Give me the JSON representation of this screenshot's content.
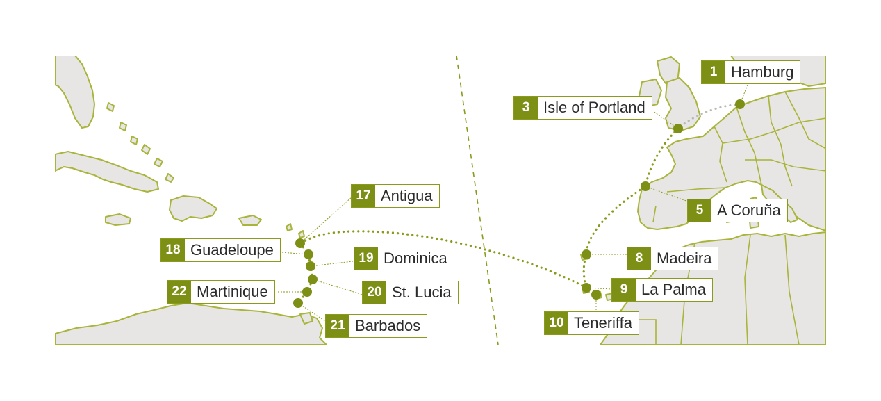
{
  "colors": {
    "land_fill": "#e7e6e4",
    "coast": "#a9b43a",
    "route": "#8a9a1a",
    "marker": "#7d8f14",
    "badge_text": "#ffffff",
    "label_text": "#2b2b2b"
  },
  "stops": [
    {
      "number": "1",
      "name": "Hamburg"
    },
    {
      "number": "3",
      "name": "Isle of Portland"
    },
    {
      "number": "5",
      "name": "A Coruña"
    },
    {
      "number": "8",
      "name": "Madeira"
    },
    {
      "number": "9",
      "name": "La Palma"
    },
    {
      "number": "10",
      "name": "Teneriffa"
    },
    {
      "number": "17",
      "name": "Antigua"
    },
    {
      "number": "18",
      "name": "Guadeloupe"
    },
    {
      "number": "19",
      "name": "Dominica"
    },
    {
      "number": "20",
      "name": "St. Lucia"
    },
    {
      "number": "21",
      "name": "Barbados"
    },
    {
      "number": "22",
      "name": "Martinique"
    }
  ]
}
